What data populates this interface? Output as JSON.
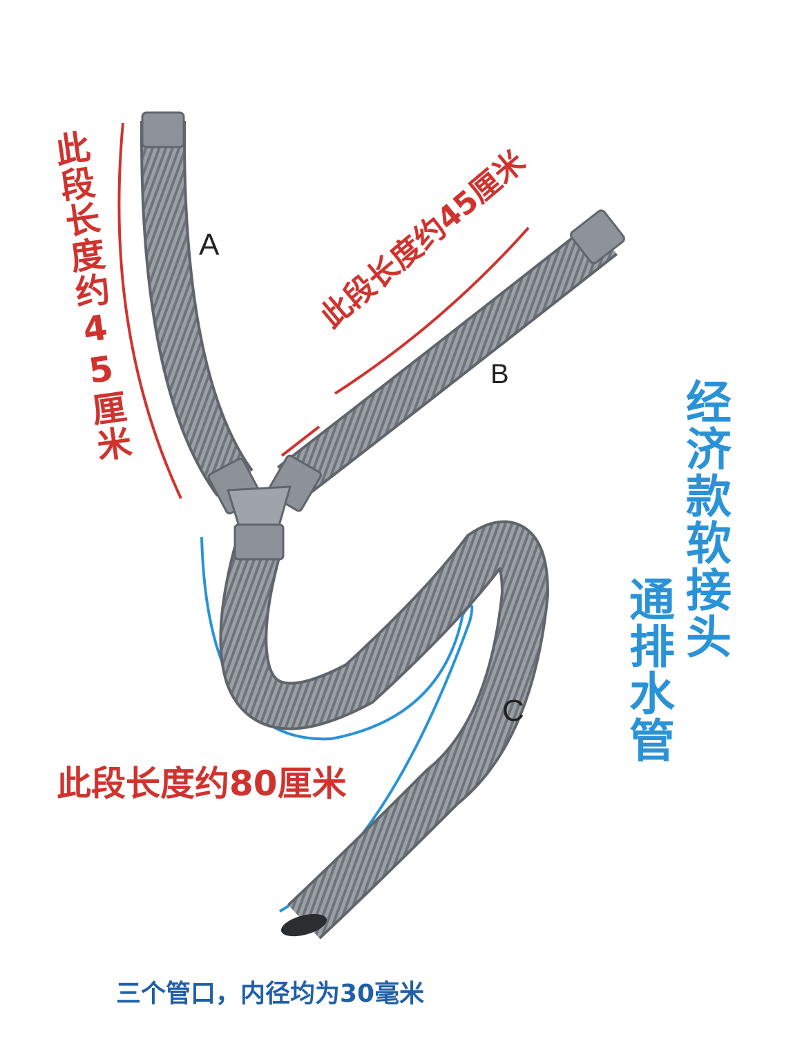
{
  "colors": {
    "label_red": "#d0332e",
    "line_blue": "#2a93d8",
    "title_blue": "#2a93d8",
    "footer_blue": "#1f5fa8",
    "pipe_gray": "#8a9096"
  },
  "labels": {
    "a": "A",
    "b": "B",
    "c": "C"
  },
  "annotations": {
    "segment_a": "此段长度约45厘米",
    "segment_b": "此段长度约45厘米",
    "segment_c": "此段长度约80厘米"
  },
  "title": {
    "line1": "经济款软接头",
    "line2": "通排水管"
  },
  "footer": {
    "note": "三个管口，内径均为30毫米"
  }
}
